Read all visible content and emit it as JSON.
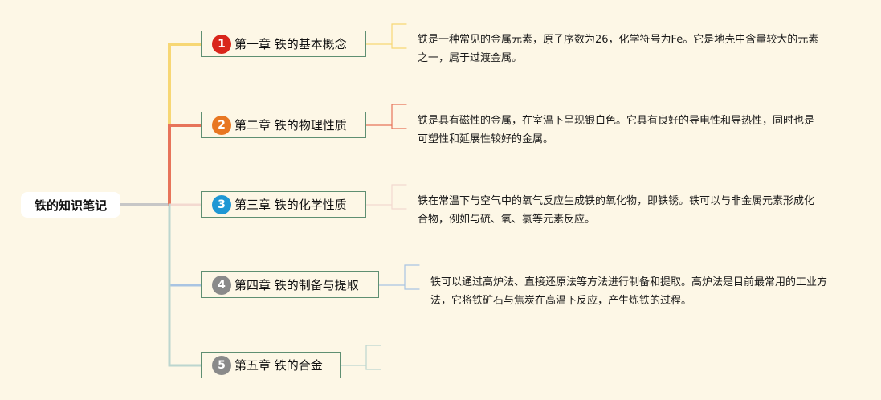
{
  "root": {
    "label": "铁的知识笔记"
  },
  "chapters": [
    {
      "number": "1",
      "title": "第一章 铁的基本概念",
      "color": "#f7d774",
      "badge": "#d9261c",
      "desc": "铁是一种常见的金属元素，原子序数为26，化学符号为Fe。它是地壳中含量较大的元素之一，属于过渡金属。"
    },
    {
      "number": "2",
      "title": "第二章 铁的物理性质",
      "color": "#e7745a",
      "badge": "#e87722",
      "desc": "铁是具有磁性的金属，在室温下呈现银白色。它具有良好的导电性和导热性，同时也是可塑性和延展性较好的金属。"
    },
    {
      "number": "3",
      "title": "第三章 铁的化学性质",
      "color": "#f3d9d0",
      "badge": "#1f97d4",
      "desc": "铁在常温下与空气中的氧气反应生成铁的氧化物，即铁锈。铁可以与非金属元素形成化合物，例如与硫、氧、氯等元素反应。"
    },
    {
      "number": "4",
      "title": "第四章 铁的制备与提取",
      "color": "#a9c4e2",
      "badge": "#8a8a8a",
      "desc": "铁可以通过高炉法、直接还原法等方法进行制备和提取。高炉法是目前最常用的工业方法，它将铁矿石与焦炭在高温下反应，产生炼铁的过程。"
    },
    {
      "number": "5",
      "title": "第五章 铁的合金",
      "color": "#bcd6cf",
      "badge": "#8a8a8a",
      "desc": ""
    }
  ]
}
